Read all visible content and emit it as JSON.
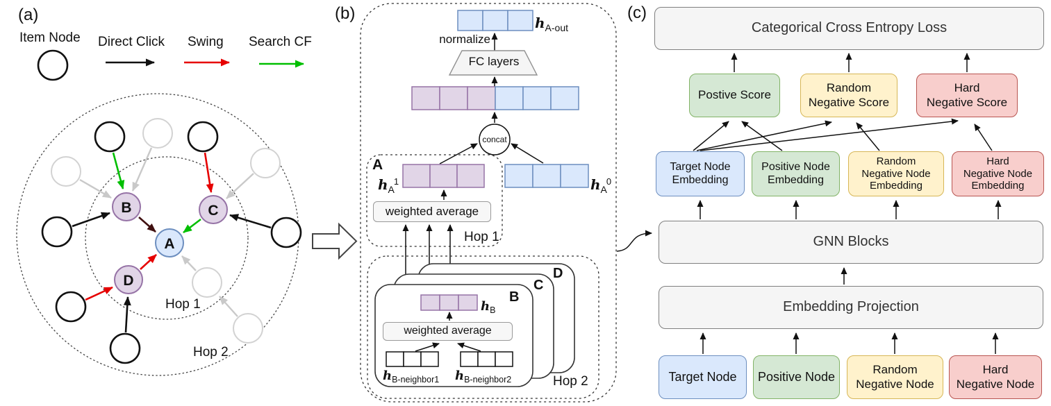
{
  "panel_a": {
    "label": "(a)",
    "legend": {
      "item_node": "Item Node",
      "direct_click": "Direct Click",
      "swing": "Swing",
      "search_cf": "Search CF"
    },
    "nodes": {
      "a": "A",
      "b": "B",
      "c": "C",
      "d": "D"
    },
    "hop1_label": "Hop 1",
    "hop2_label": "Hop 2"
  },
  "panel_b": {
    "label": "(b)",
    "h_a_out": {
      "h": "h",
      "sub": "A-out"
    },
    "normalize": "normalize",
    "fc_layers": "FC layers",
    "concat": "concat",
    "box_a_label": "A",
    "h_a1": {
      "h": "h",
      "sub": "A",
      "sup": "1"
    },
    "h_a0": {
      "h": "h",
      "sub": "A",
      "sup": "0"
    },
    "weighted_average_hop1": "weighted average",
    "hop1_label": "Hop 1",
    "stack": {
      "b": "B",
      "c": "C",
      "d": "D"
    },
    "h_b": {
      "h": "h",
      "sub": "B"
    },
    "weighted_average_hop2": "weighted average",
    "h_b_neighbor1": {
      "h": "h",
      "sub": "B-neighbor1"
    },
    "h_b_neighbor2": {
      "h": "h",
      "sub": "B-neighbor2"
    },
    "hop2_label": "Hop 2"
  },
  "panel_c": {
    "label": "(c)",
    "loss": "Categorical Cross Entropy Loss",
    "scores": [
      {
        "label": "Postive Score",
        "color": "green"
      },
      {
        "label": "Random\nNegative Score",
        "color": "yellow"
      },
      {
        "label": "Hard\nNegative Score",
        "color": "red"
      }
    ],
    "embeddings": [
      {
        "label": "Target Node\nEmbedding",
        "color": "blue"
      },
      {
        "label": "Positive Node\nEmbedding",
        "color": "green"
      },
      {
        "label": "Random\nNegative Node\nEmbedding",
        "color": "yellow"
      },
      {
        "label": "Hard\nNegative Node\nEmbedding",
        "color": "red"
      }
    ],
    "gnn_blocks": "GNN Blocks",
    "embedding_projection": "Embedding Projection",
    "inputs": [
      {
        "label": "Target Node",
        "color": "blue"
      },
      {
        "label": "Positive Node",
        "color": "green"
      },
      {
        "label": "Random\nNegative Node",
        "color": "yellow"
      },
      {
        "label": "Hard\nNegative Node",
        "color": "red"
      }
    ]
  },
  "colors": {
    "blue_fill": "#dae8fc",
    "blue_stroke": "#6c8ebf",
    "green_fill": "#d5e8d4",
    "green_stroke": "#82b366",
    "yellow_fill": "#fff2cc",
    "yellow_stroke": "#d6b656",
    "red_fill": "#f8cecc",
    "red_stroke": "#b85450",
    "purple_fill": "#e1d5e7",
    "purple_stroke": "#9673a6",
    "gray_fill": "#f5f5f5",
    "edge_direct_click": "#111111",
    "edge_swing": "#e60000",
    "edge_search_cf": "#00bf00",
    "edge_inactive": "#c9c9c9",
    "edge_b_to_a": "#401010"
  }
}
